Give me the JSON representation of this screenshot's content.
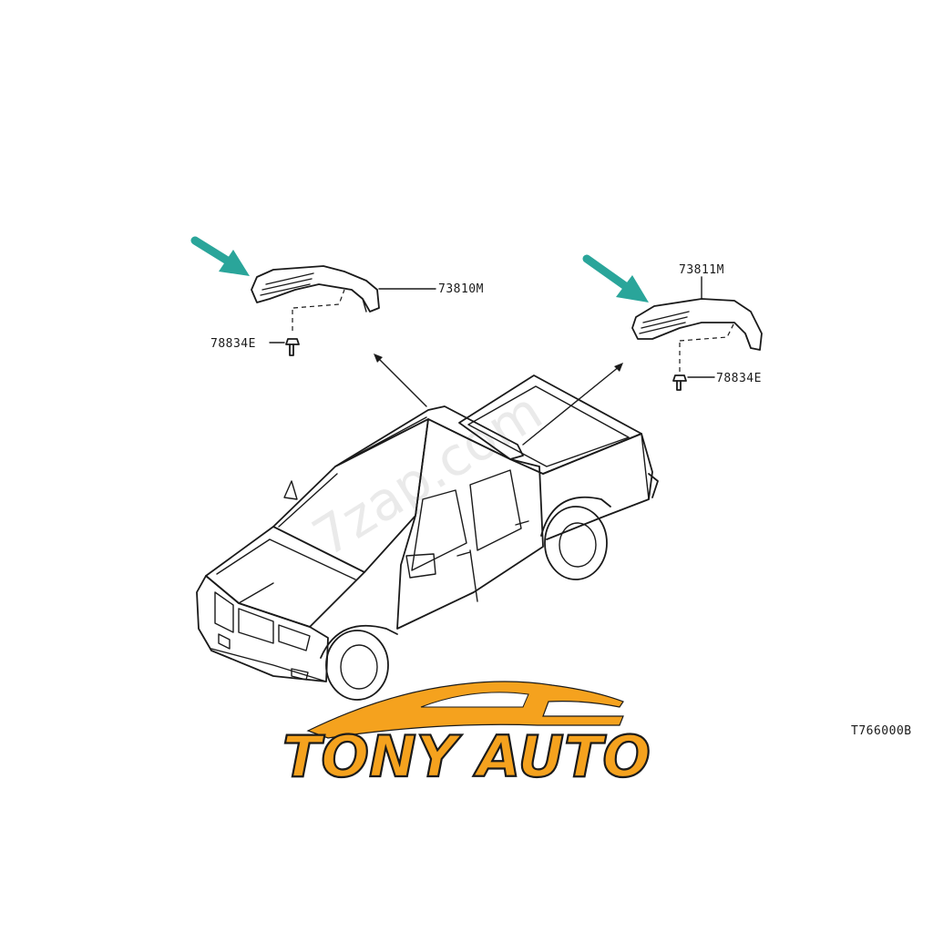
{
  "parts": {
    "left_cover": "73810M",
    "left_clip": "78834E",
    "right_cover": "73811M",
    "right_clip": "78834E"
  },
  "diagram_code": "T766000B",
  "watermark": "7zap.com",
  "logo": {
    "text": "TONY AUTO",
    "fill_color": "#f5a21e",
    "outline_color": "#1a1a1a"
  },
  "colors": {
    "indicator_arrow": "#2aa59a",
    "line": "#1a1a1a"
  }
}
